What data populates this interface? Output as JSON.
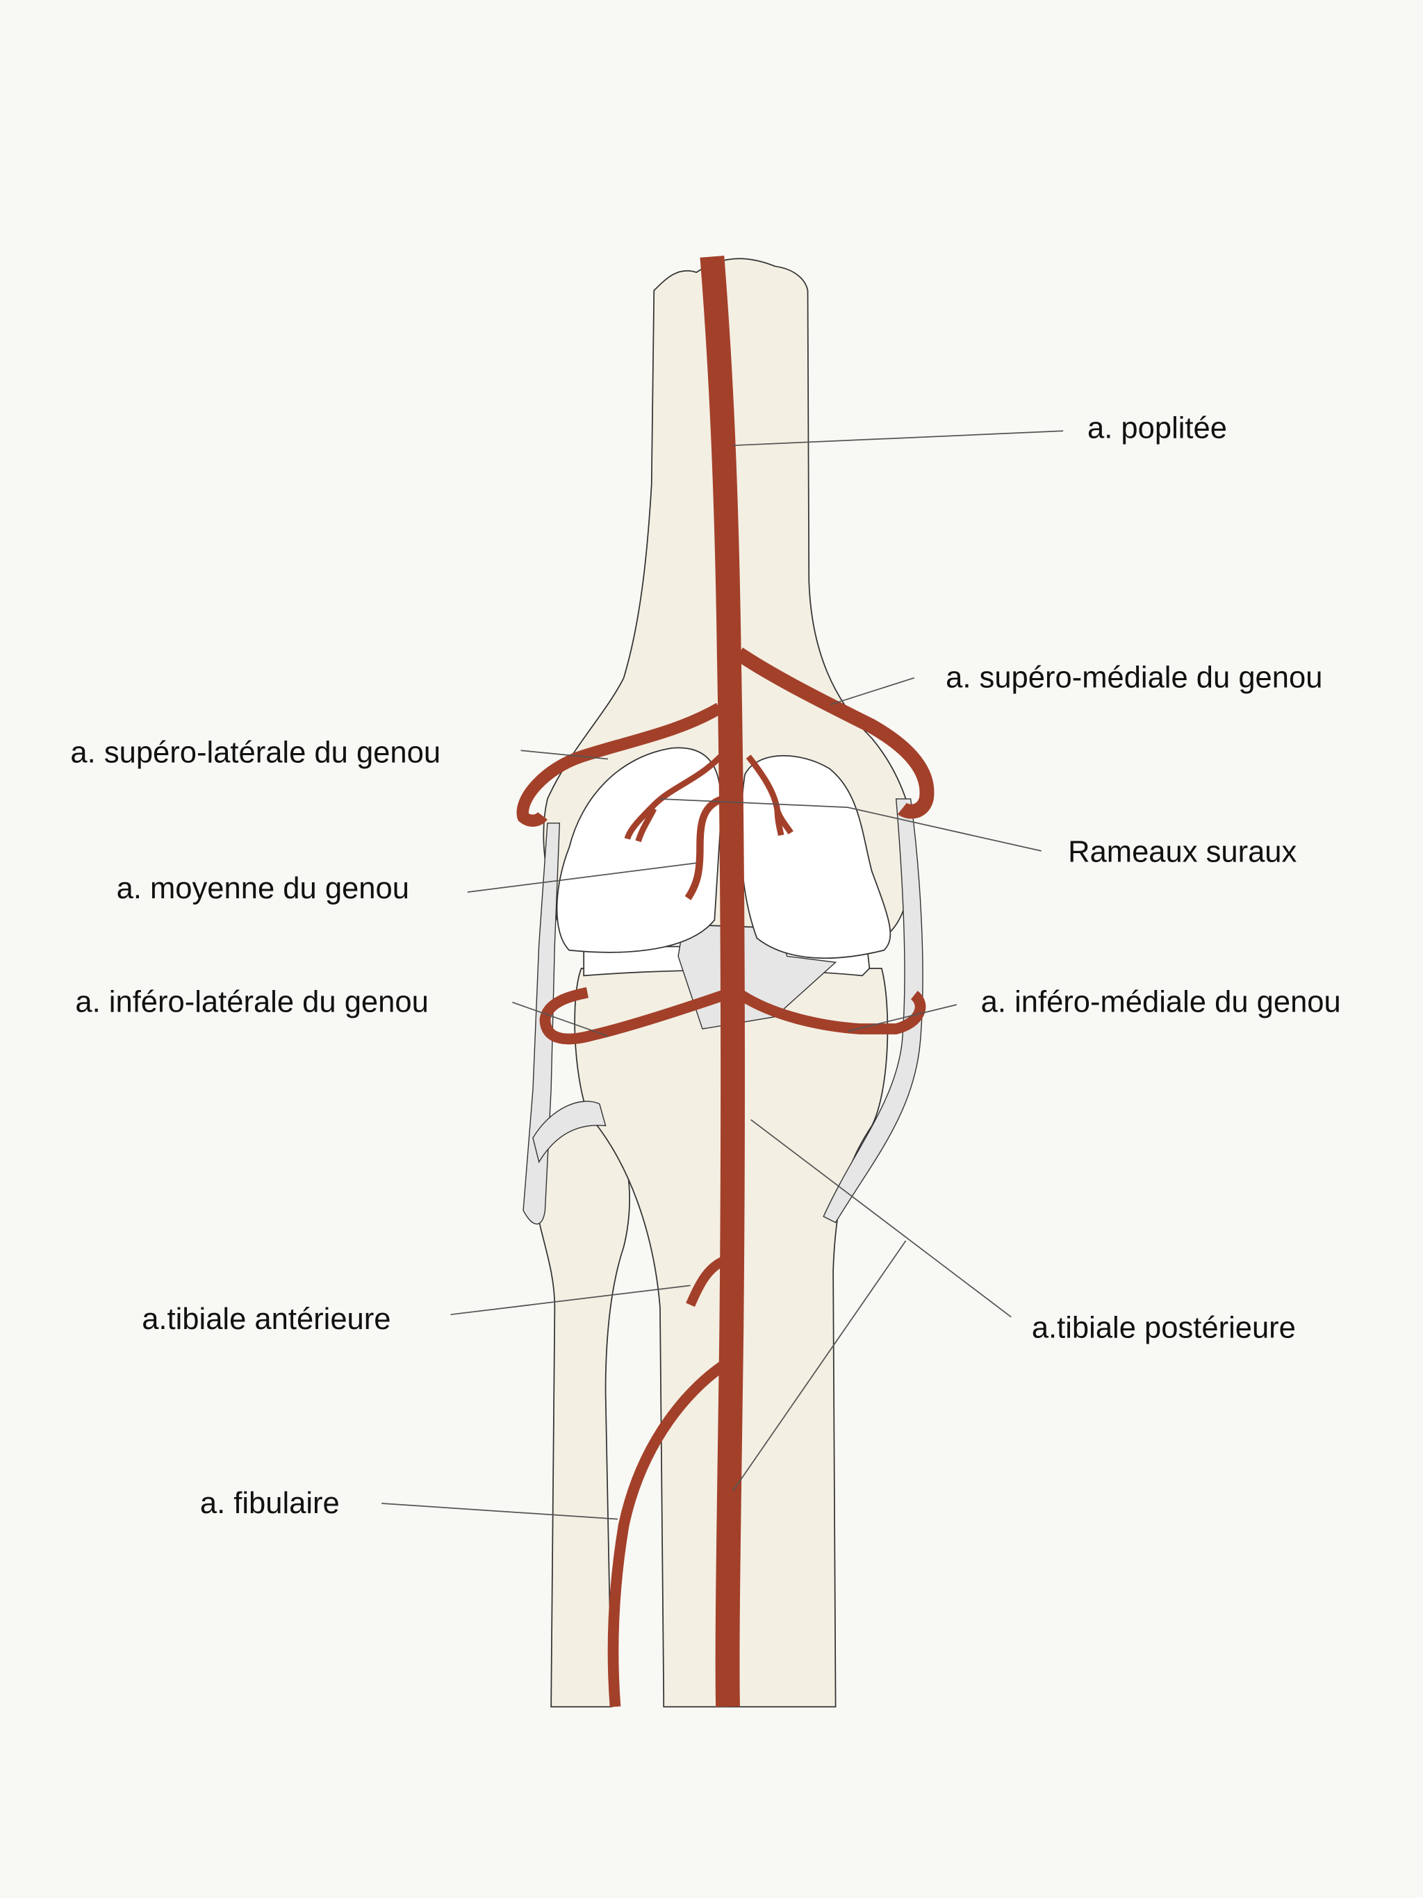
{
  "title": "Artères du genou",
  "colors": {
    "artery": "#a3402a",
    "bone": "#f3efe3",
    "background": "#f8f8f4",
    "ligament": "#e6e6e6"
  },
  "labels": {
    "poplitee": "a. poplitée",
    "supero_mediale": "a.  supéro-médiale du genou",
    "supero_laterale": "a.  supéro-latérale du genou",
    "rameaux_suraux": "Rameaux suraux",
    "moyenne": "a. moyenne du genou",
    "infero_laterale": "a.  inféro-latérale du genou",
    "infero_mediale": "a.  inféro-médiale du genou",
    "tibiale_anterieure": "a.tibiale antérieure",
    "tibiale_posterieure": "a.tibiale postérieure",
    "fibulaire": "a. fibulaire"
  }
}
